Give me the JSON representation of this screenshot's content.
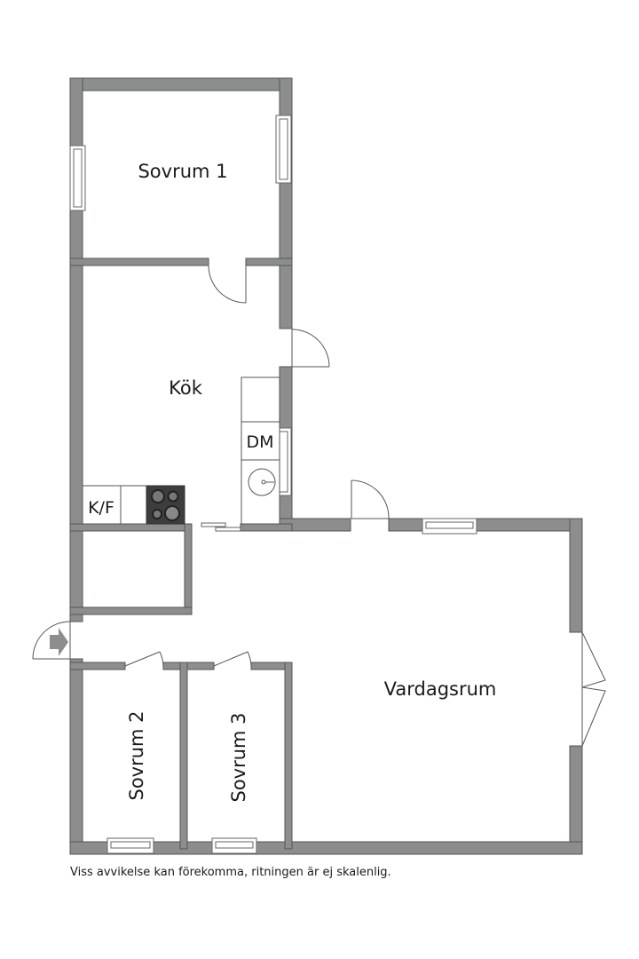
{
  "floorplan": {
    "colors": {
      "wall": "#8c8e8e",
      "wall_stroke": "#555555",
      "stove": "#3d3d3d",
      "background": "#ffffff"
    },
    "rooms": [
      {
        "id": "sovrum1",
        "label": "Sovrum 1"
      },
      {
        "id": "kok",
        "label": "Kök"
      },
      {
        "id": "vardagsrum",
        "label": "Vardagsrum"
      },
      {
        "id": "sovrum2",
        "label": "Sovrum 2"
      },
      {
        "id": "sovrum3",
        "label": "Sovrum 3"
      }
    ],
    "appliances": {
      "fridge_freezer": "K/F",
      "dishwasher": "DM"
    },
    "entrance_icon": "entrance-arrow-icon"
  },
  "footer": {
    "disclaimer": "Viss avvikelse kan förekomma, ritningen är ej skalenlig."
  }
}
